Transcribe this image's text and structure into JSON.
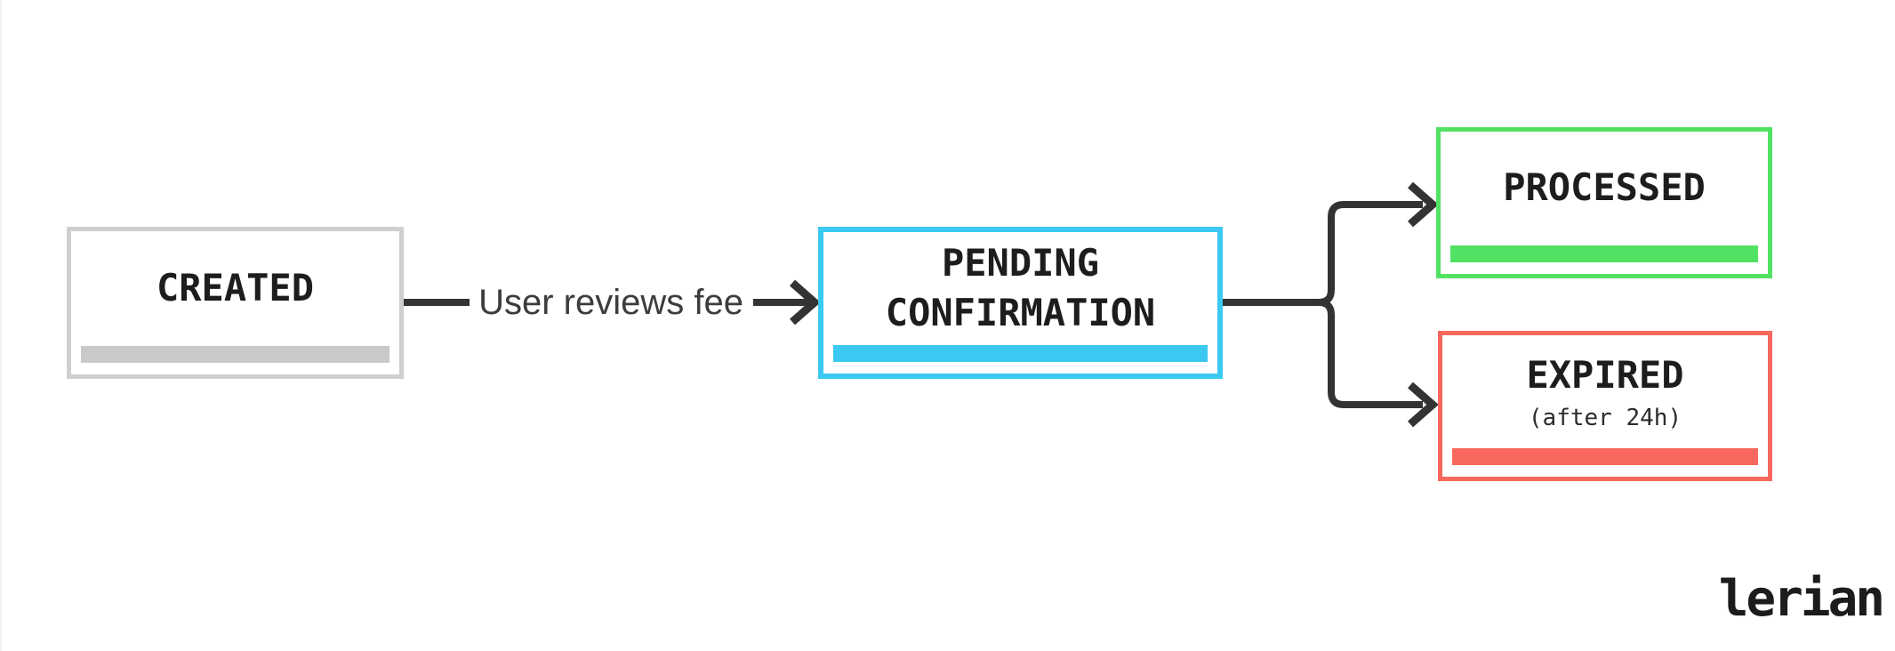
{
  "diagram": {
    "type": "state-flow",
    "connector_color": "#333333",
    "nodes": [
      {
        "id": "created",
        "label": "CREATED",
        "accent_color": "#c9c9c9",
        "border_color": "#cfcfcf"
      },
      {
        "id": "pending-confirmation",
        "label": "PENDING CONFIRMATION",
        "lines": [
          "PENDING",
          "CONFIRMATION"
        ],
        "accent_color": "#3bc9f2",
        "border_color": "#3bc9f2"
      },
      {
        "id": "processed",
        "label": "PROCESSED",
        "accent_color": "#52e263",
        "border_color": "#52e263"
      },
      {
        "id": "expired",
        "label": "EXPIRED",
        "sublabel": "(after 24h)",
        "accent_color": "#f8685e",
        "border_color": "#f8685e"
      }
    ],
    "edges": [
      {
        "from": "CREATED",
        "to": "PENDING CONFIRMATION",
        "label": "User reviews fee"
      },
      {
        "from": "PENDING CONFIRMATION",
        "to": "PROCESSED",
        "label": ""
      },
      {
        "from": "PENDING CONFIRMATION",
        "to": "EXPIRED",
        "label": ""
      }
    ]
  },
  "branding": {
    "logo_text": "lerian"
  }
}
